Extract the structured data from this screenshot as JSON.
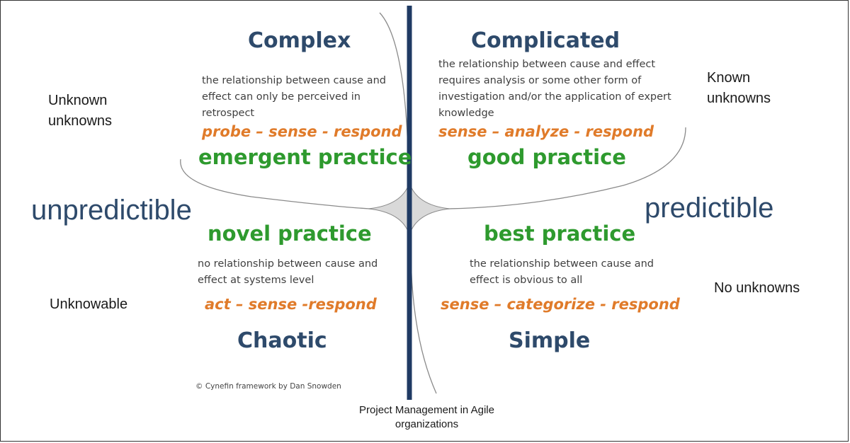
{
  "domains": {
    "complex": {
      "title": "Complex",
      "description": "the relationship between cause and effect can only be perceived in retrospect",
      "method": "probe – sense - respond",
      "practice": "emergent practice"
    },
    "complicated": {
      "title": "Complicated",
      "description": "the relationship between cause and effect requires analysis or some other form of investigation and/or the application of expert knowledge",
      "method": "sense – analyze - respond",
      "practice": "good practice"
    },
    "chaotic": {
      "title": "Chaotic",
      "description": "no relationship between cause and effect at systems level",
      "method": "act – sense -respond",
      "practice": "novel practice"
    },
    "simple": {
      "title": "Simple",
      "description": "the relationship between cause and effect is obvious to all",
      "method": "sense – categorize - respond",
      "practice": "best practice"
    }
  },
  "side_labels": {
    "top_left": "Unknown unknowns",
    "top_right": "Known unknowns",
    "bottom_left": "Unknowable",
    "bottom_right": "No unknowns"
  },
  "axis_labels": {
    "left": "unpredictible",
    "right": "predictible"
  },
  "credit": "© Cynefin framework by Dan Snowden",
  "caption": "Project Management in Agile organizations",
  "colors": {
    "title": "#2e4a6b",
    "method": "#e07b2a",
    "practice": "#2e9a2e",
    "divider": "#1f3a63",
    "center_fill": "#d9d9d9"
  }
}
